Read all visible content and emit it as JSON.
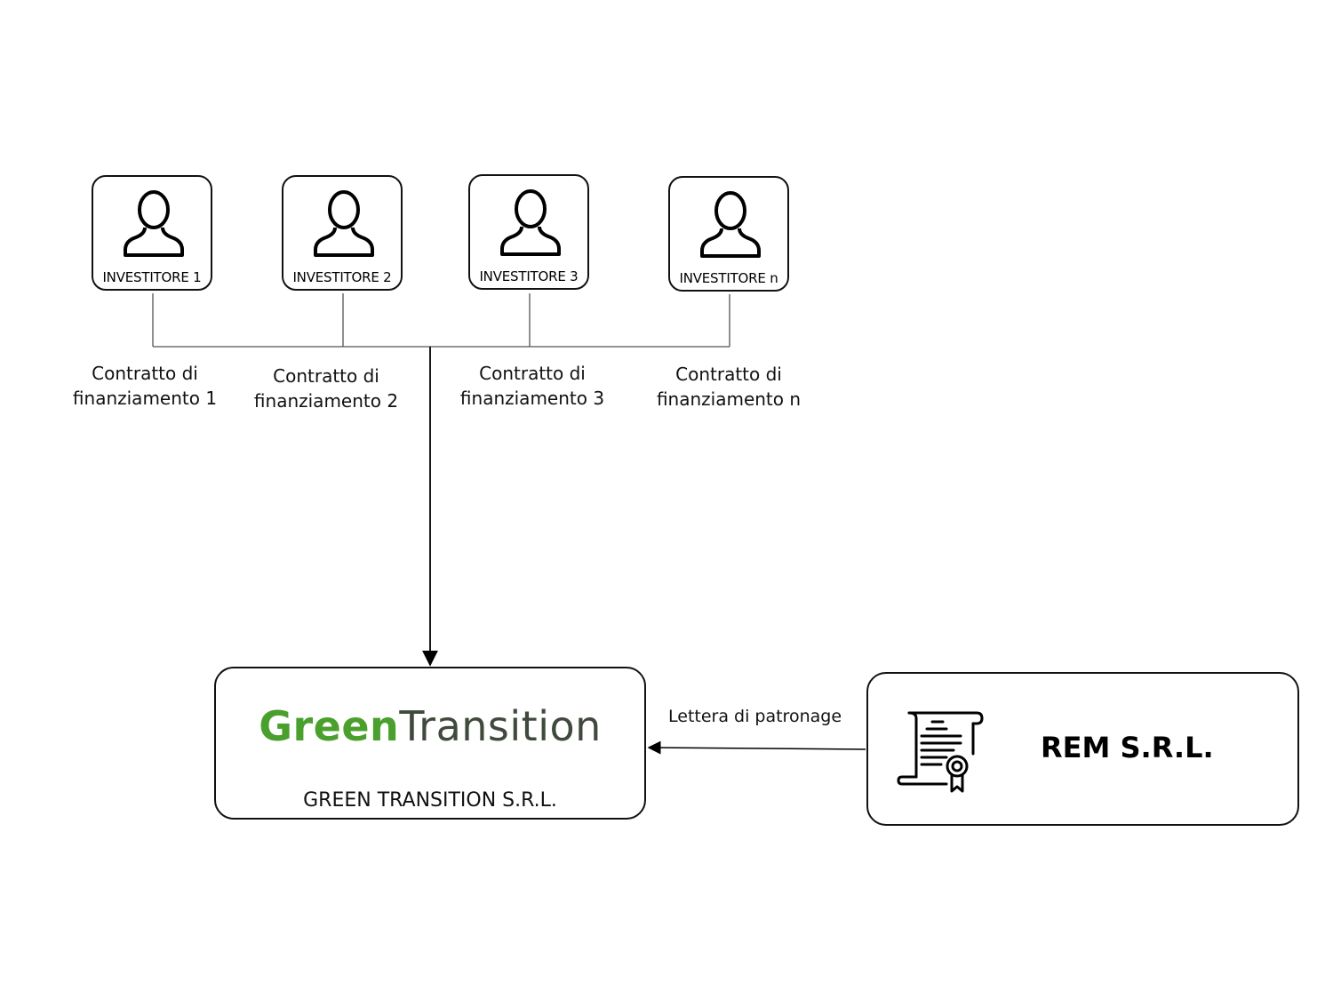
{
  "investors": [
    {
      "label": "INVESTITORE 1"
    },
    {
      "label": "INVESTITORE 2"
    },
    {
      "label": "INVESTITORE 3"
    },
    {
      "label": "INVESTITORE n"
    }
  ],
  "contracts": [
    {
      "line1": "Contratto di",
      "line2": "finanziamento 1"
    },
    {
      "line1": "Contratto di",
      "line2": "finanziamento 2"
    },
    {
      "line1": "Contratto di",
      "line2": "finanziamento 3"
    },
    {
      "line1": "Contratto di",
      "line2": "finanziamento n"
    }
  ],
  "green_transition": {
    "logo_green": "Green",
    "logo_transition": "Transition",
    "name": "GREEN TRANSITION S.R.L.",
    "logo_green_color": "#4aa02c",
    "logo_transition_color": "#3f4a3c"
  },
  "patronage": {
    "label": "Lettera di patronage"
  },
  "rem": {
    "name": "REM S.R.L."
  },
  "icons": {
    "investor": "person-icon",
    "rem": "certificate-scroll-icon"
  }
}
